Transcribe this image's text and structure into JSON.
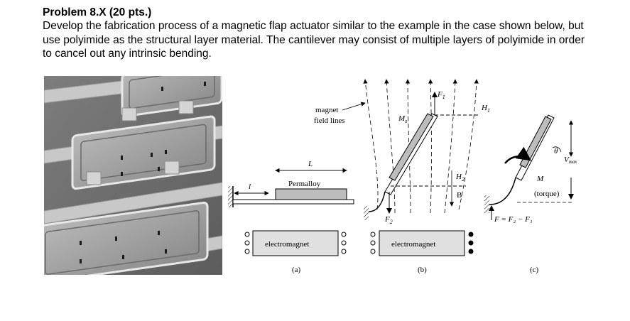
{
  "problem": {
    "title": "Problem 8.X (20 pts.)",
    "body": "Develop the fabrication process of a magnetic flap actuator similar to the example in the case shown below, but use polyimide as the structural layer material. The cantilever may consist of multiple layers of polyimide in order to cancel out any intrinsic bending."
  },
  "figure": {
    "panel_a": {
      "caption": "(a)",
      "length_label": "L",
      "offset_label": "l",
      "permalloy_label": "Permalloy",
      "electromagnet_label": "electromagnet"
    },
    "panel_b": {
      "caption": "(b)",
      "field_lines_label_1": "magnet",
      "field_lines_label_2": "field lines",
      "ms_label": "M",
      "ms_sub": "s",
      "f1_label": "F",
      "f1_sub": "1",
      "f2_label": "F",
      "f2_sub": "2",
      "h1_label": "H",
      "h1_sub": "1",
      "h2_label": "H",
      "h2_sub": "2",
      "b_label": "B",
      "electromagnet_label": "electromagnet"
    },
    "panel_c": {
      "caption": "(c)",
      "theta_label": "θ",
      "vmax_label": "V",
      "vmax_sub": "max",
      "m_label": "M",
      "torque_label": "(torque)",
      "force_label": "F = F₂ − F₁"
    }
  }
}
